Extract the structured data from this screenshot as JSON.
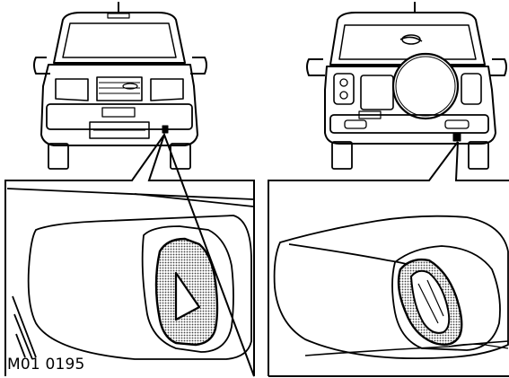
{
  "figure": {
    "reference_code": "M01 0195",
    "panels": [
      "front-view",
      "rear-view",
      "front-bumper-detail",
      "rear-bumper-detail"
    ]
  }
}
